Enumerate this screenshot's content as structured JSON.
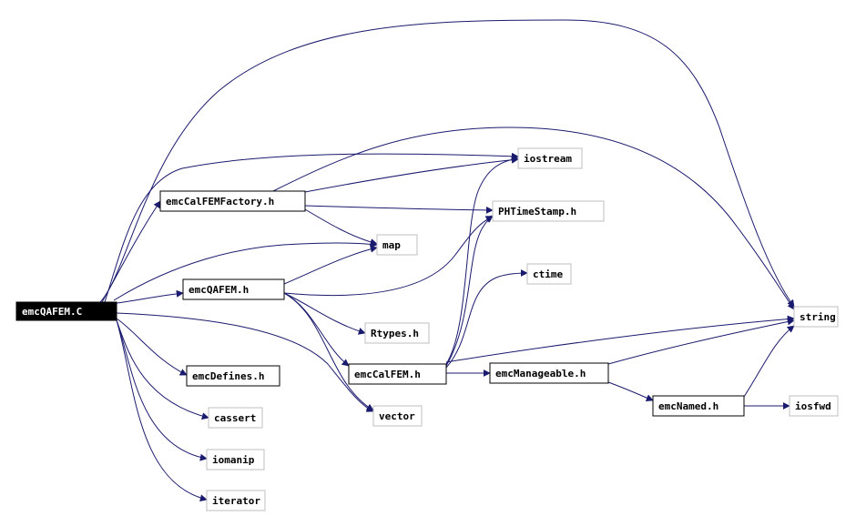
{
  "diagram": {
    "nodes": [
      {
        "id": "emcQAFEM_C",
        "label": "emcQAFEM.C",
        "style": "root",
        "documented": true
      },
      {
        "id": "emcCalFEMFactory_h",
        "label": "emcCalFEMFactory.h",
        "style": "documented",
        "documented": true
      },
      {
        "id": "emcQAFEM_h",
        "label": "emcQAFEM.h",
        "style": "documented",
        "documented": true
      },
      {
        "id": "emcDefines_h",
        "label": "emcDefines.h",
        "style": "documented",
        "documented": true
      },
      {
        "id": "cassert",
        "label": "cassert",
        "style": "external",
        "documented": false
      },
      {
        "id": "iomanip",
        "label": "iomanip",
        "style": "external",
        "documented": false
      },
      {
        "id": "iterator",
        "label": "iterator",
        "style": "external",
        "documented": false
      },
      {
        "id": "iostream",
        "label": "iostream",
        "style": "external",
        "documented": false
      },
      {
        "id": "PHTimeStamp_h",
        "label": "PHTimeStamp.h",
        "style": "external",
        "documented": false
      },
      {
        "id": "map",
        "label": "map",
        "style": "external",
        "documented": false
      },
      {
        "id": "ctime",
        "label": "ctime",
        "style": "external",
        "documented": false
      },
      {
        "id": "Rtypes_h",
        "label": "Rtypes.h",
        "style": "external",
        "documented": false
      },
      {
        "id": "emcCalFEM_h",
        "label": "emcCalFEM.h",
        "style": "documented",
        "documented": true
      },
      {
        "id": "emcManageable_h",
        "label": "emcManageable.h",
        "style": "documented",
        "documented": true
      },
      {
        "id": "vector",
        "label": "vector",
        "style": "external",
        "documented": false
      },
      {
        "id": "emcNamed_h",
        "label": "emcNamed.h",
        "style": "documented",
        "documented": true
      },
      {
        "id": "string",
        "label": "string",
        "style": "external",
        "documented": false
      },
      {
        "id": "iosfwd",
        "label": "iosfwd",
        "style": "external",
        "documented": false
      }
    ],
    "edges": [
      {
        "from": "emcQAFEM_C",
        "to": "string"
      },
      {
        "from": "emcQAFEM_C",
        "to": "iostream"
      },
      {
        "from": "emcQAFEM_C",
        "to": "emcCalFEMFactory_h"
      },
      {
        "from": "emcQAFEM_C",
        "to": "map"
      },
      {
        "from": "emcQAFEM_C",
        "to": "emcQAFEM_h"
      },
      {
        "from": "emcQAFEM_C",
        "to": "vector"
      },
      {
        "from": "emcQAFEM_C",
        "to": "emcDefines_h"
      },
      {
        "from": "emcQAFEM_C",
        "to": "cassert"
      },
      {
        "from": "emcQAFEM_C",
        "to": "iomanip"
      },
      {
        "from": "emcQAFEM_C",
        "to": "iterator"
      },
      {
        "from": "emcCalFEMFactory_h",
        "to": "iostream"
      },
      {
        "from": "emcCalFEMFactory_h",
        "to": "PHTimeStamp_h"
      },
      {
        "from": "emcCalFEMFactory_h",
        "to": "map"
      },
      {
        "from": "emcCalFEMFactory_h",
        "to": "string"
      },
      {
        "from": "emcQAFEM_h",
        "to": "map"
      },
      {
        "from": "emcQAFEM_h",
        "to": "PHTimeStamp_h"
      },
      {
        "from": "emcQAFEM_h",
        "to": "Rtypes_h"
      },
      {
        "from": "emcQAFEM_h",
        "to": "emcCalFEM_h"
      },
      {
        "from": "emcQAFEM_h",
        "to": "vector"
      },
      {
        "from": "emcCalFEM_h",
        "to": "iostream"
      },
      {
        "from": "emcCalFEM_h",
        "to": "PHTimeStamp_h"
      },
      {
        "from": "emcCalFEM_h",
        "to": "ctime"
      },
      {
        "from": "emcCalFEM_h",
        "to": "string"
      },
      {
        "from": "emcCalFEM_h",
        "to": "emcManageable_h"
      },
      {
        "from": "emcManageable_h",
        "to": "string"
      },
      {
        "from": "emcManageable_h",
        "to": "emcNamed_h"
      },
      {
        "from": "emcNamed_h",
        "to": "string"
      },
      {
        "from": "emcNamed_h",
        "to": "iosfwd"
      }
    ]
  },
  "colors": {
    "edge": "#1a1a6e",
    "root_fill": "#000000",
    "root_text": "#ffffff",
    "documented_border": "#000000",
    "external_border": "#bfbfbf",
    "text": "#000000",
    "background": "#ffffff"
  }
}
